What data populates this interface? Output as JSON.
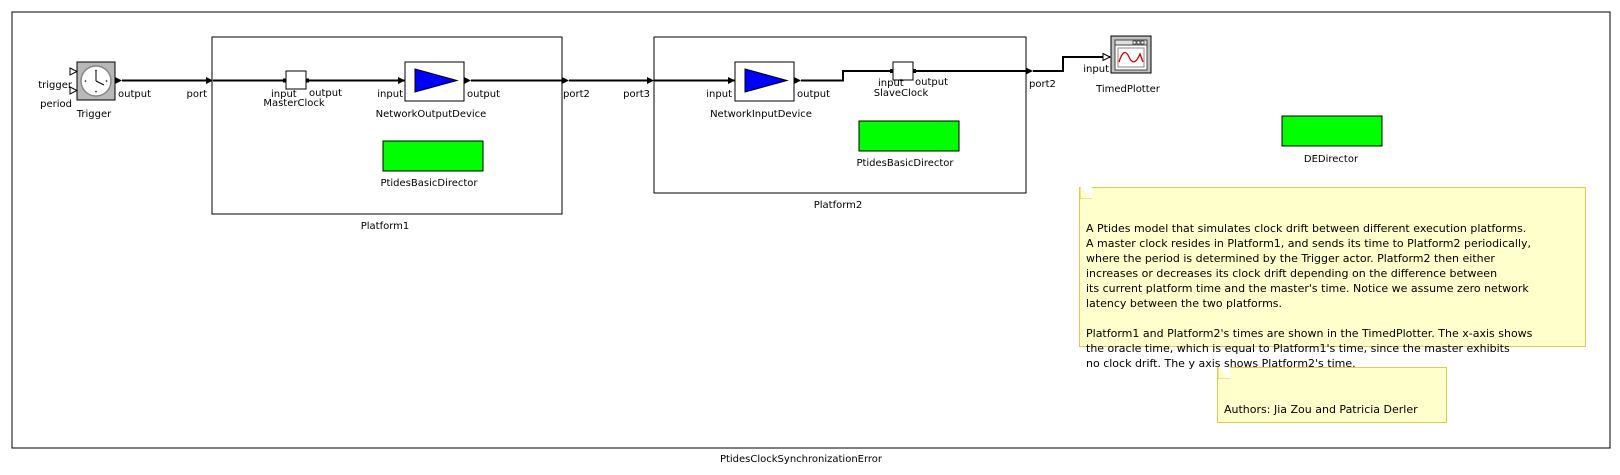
{
  "model": {
    "name": "PtidesClockSynchronizationError"
  },
  "trigger": {
    "label": "Trigger",
    "ports": {
      "trigger": "trigger",
      "period": "period",
      "output": "output"
    }
  },
  "platform1": {
    "label": "Platform1",
    "ports": {
      "in": "port",
      "out": "port2"
    },
    "master_clock": {
      "label": "MasterClock",
      "input": "input",
      "output": "output"
    },
    "network_output_device": {
      "label": "NetworkOutputDevice",
      "input": "input",
      "output": "output"
    },
    "director": {
      "label": "PtidesBasicDirector",
      "color": "#00ff00"
    }
  },
  "platform2": {
    "label": "Platform2",
    "ports": {
      "in": "port3",
      "out": "port2"
    },
    "network_input_device": {
      "label": "NetworkInputDevice",
      "input": "input",
      "output": "output"
    },
    "slave_clock": {
      "label": "SlaveClock",
      "input": "input",
      "output": "output"
    },
    "director": {
      "label": "PtidesBasicDirector",
      "color": "#00ff00"
    }
  },
  "plotter": {
    "label": "TimedPlotter",
    "input": "input"
  },
  "de_director": {
    "label": "DEDirector",
    "color": "#00ff00"
  },
  "notes": {
    "description": "A Ptides model that simulates clock drift between different execution platforms.\nA master clock resides in Platform1, and sends its time to Platform2 periodically,\nwhere the period is determined by the Trigger actor. Platform2 then either\nincreases or decreases its clock drift depending on the difference between\nits current platform time and the master's time. Notice we assume zero network\nlatency between the two platforms.\n\nPlatform1 and Platform2's times are shown in the TimedPlotter. The x-axis shows\nthe oracle time, which is equal to Platform1's time, since the master exhibits\nno clock drift. The y axis shows Platform2's time.",
    "authors": "Authors: Jia Zou and Patricia Derler"
  },
  "colors": {
    "director": "#00ff00",
    "device": "#0000ff",
    "note_bg": "#ffffcc",
    "note_border": "#e8c656"
  }
}
